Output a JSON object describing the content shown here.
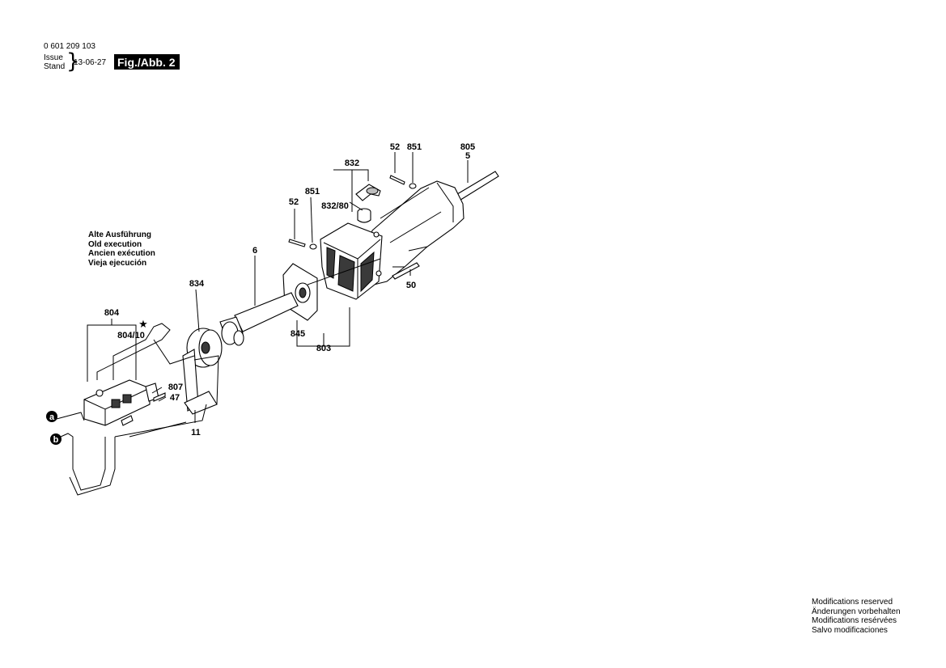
{
  "header": {
    "document_number": "0 601 209 103",
    "issue_label_1": "Issue",
    "issue_label_2": "Stand",
    "issue_date": "13-06-27",
    "figure_title": "Fig./Abb. 2"
  },
  "notes": {
    "old_execution": [
      "Alte Ausführung",
      "Old execution",
      "Ancien exécution",
      "Vieja ejecución"
    ],
    "modifications": [
      "Modifications reserved",
      "Änderungen vorbehalten",
      "Modifications resérvées",
      "Salvo modificaciones"
    ]
  },
  "parts": {
    "p52_top": "52",
    "p851_top": "851",
    "p805": "805",
    "p5": "5",
    "p832": "832",
    "p851_mid": "851",
    "p52_mid": "52",
    "p832_80": "832/80",
    "p6": "6",
    "p50": "50",
    "p834": "834",
    "p845": "845",
    "p803": "803",
    "p804": "804",
    "p804_10": "804/10",
    "star": "★",
    "p807": "807",
    "p47": "47",
    "p11": "11",
    "marker_a": "a",
    "marker_b": "b"
  },
  "colors": {
    "ink": "#000000",
    "paper": "#ffffff",
    "shade": "#3a3a3a"
  }
}
